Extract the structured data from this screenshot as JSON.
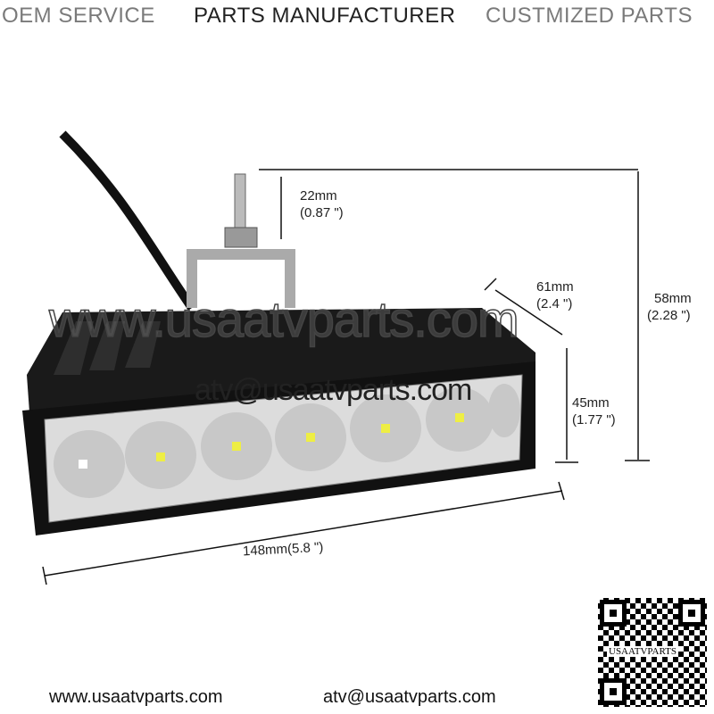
{
  "header": {
    "oem": "OEM SERVICE",
    "manufacturer": "PARTS MANUFACTURER",
    "customized": "CUSTMIZED PARTS"
  },
  "dimensions": {
    "bolt_mm": "22mm",
    "bolt_in": "(0.87 \")",
    "depth_mm": "61mm",
    "depth_in": "(2.4 \")",
    "total_height_mm": "58mm",
    "total_height_in": "(2.28 \")",
    "body_height_mm": "45mm",
    "body_height_in": "(1.77 \")",
    "length": "148mm(5.8 \")"
  },
  "watermarks": {
    "site": "www.usaatvparts.com",
    "email": "atv@usaatvparts.com"
  },
  "qr": {
    "label": "USAATVPARTS"
  },
  "footer": {
    "website": "www.usaatvparts.com",
    "email": "atv@usaatvparts.com"
  },
  "colors": {
    "header_gray": "#7a7a7a",
    "header_dark": "#222222"
  }
}
